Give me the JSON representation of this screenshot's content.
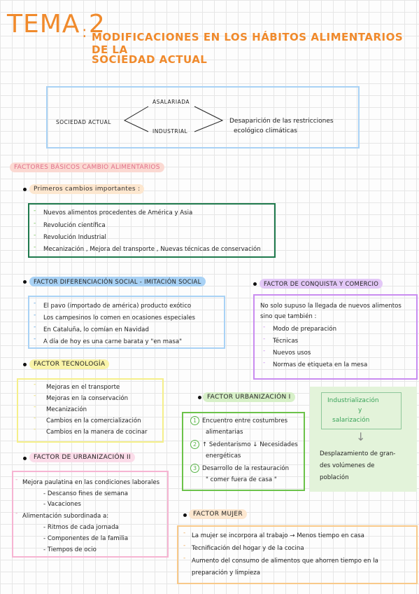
{
  "title": {
    "tema": "TEMA 2",
    "colon": ":",
    "line1": "MODIFICACIONES EN LOS HÁBITOS ALIMENTARIOS DE LA",
    "line2": "SOCIEDAD ACTUAL"
  },
  "diagram": {
    "left": "SOCIEDAD ACTUAL",
    "top": "ASALARIADA",
    "bottom": "INDUSTRIAL",
    "right_line1": "Desaparición de las restricciones",
    "right_line2": "ecológico climáticas"
  },
  "section_main": "FACTORES BÁSICOS CAMBIO ALIMENTARIOS",
  "primeros": {
    "heading": "Primeros cambios importantes :",
    "items": [
      "Nuevos alimentos procedentes de América y Asia",
      "Revolución científica",
      "Revolución Industrial",
      "Mecanización , Mejora del transporte , Nuevas técnicas de conservación"
    ]
  },
  "diferenciacion": {
    "heading": "FACTOR DIFERENCIACIÓN SOCIAL - IMITACIÓN SOCIAL",
    "items": [
      "El pavo (importado de américa) producto exótico",
      "Los campesinos lo comen en ocasiones especiales",
      "En Cataluña, lo comían en Navidad",
      "A día de hoy es una carne barata y \"en masa\""
    ]
  },
  "conquista": {
    "heading": "FACTOR DE CONQUISTA Y COMERCIO",
    "intro1": "No solo supuso la llegada de nuevos alimentos",
    "intro2": "sino que también :",
    "items": [
      "Modo de preparación",
      "Técnicas",
      "Nuevos usos",
      "Normas de etiqueta en la mesa"
    ]
  },
  "tecnologia": {
    "heading": "FACTOR TECNOLOGÍA",
    "items": [
      "Mejoras en el transporte",
      "Mejoras en la conservación",
      "Mecanización",
      "Cambios en la comercialización",
      "Cambios en la manera de cocinar"
    ]
  },
  "urbanizacion1": {
    "heading": "FACTOR URBANIZACIÓN I",
    "items": [
      {
        "num": "1",
        "line1": "Encuentro entre costumbres",
        "line2": "alimentarias"
      },
      {
        "num": "2",
        "line1": "↑ Sedentarismo ↓ Necesidades",
        "line2": "energéticas"
      },
      {
        "num": "3",
        "line1": "Desarrollo de la restauración",
        "line2": "\" comer fuera de casa \""
      }
    ]
  },
  "industrializacion": {
    "line1": "Industrialización",
    "line2": "y",
    "line3": "salarización",
    "arrow": "↓",
    "result1": "Desplazamiento de gran-",
    "result2": "des volúmenes de",
    "result3": "población"
  },
  "urbanizacion2": {
    "heading": "FACTOR DE URBANIZACIÓN II",
    "item1": "Mejora paulatina en las condiciones laborales",
    "sub1": [
      "Descanso fines de semana",
      "Vacaciones"
    ],
    "item2": "Alimentación subordinada a:",
    "sub2": [
      "Ritmos de cada jornada",
      "Componentes de la familia",
      "Tiempos de ocio"
    ]
  },
  "mujer": {
    "heading": "FACTOR MUJER",
    "items": [
      "La mujer se incorpora al trabajo → Menos tiempo en casa",
      "Tecnificación del hogar y de la cocina",
      "Aumento del consumo de alimentos que ahorren tiempo en la",
      "preparación y limpieza"
    ]
  },
  "colors": {
    "orange": "#f08a2c",
    "blue": "#a9d2f5",
    "darkgreen": "#1f7a4d",
    "purple": "#c98cf0",
    "yellow": "#f5ef8a",
    "green": "#6cc24a",
    "pink": "#f6b4d2",
    "peach": "#f8c98a"
  }
}
